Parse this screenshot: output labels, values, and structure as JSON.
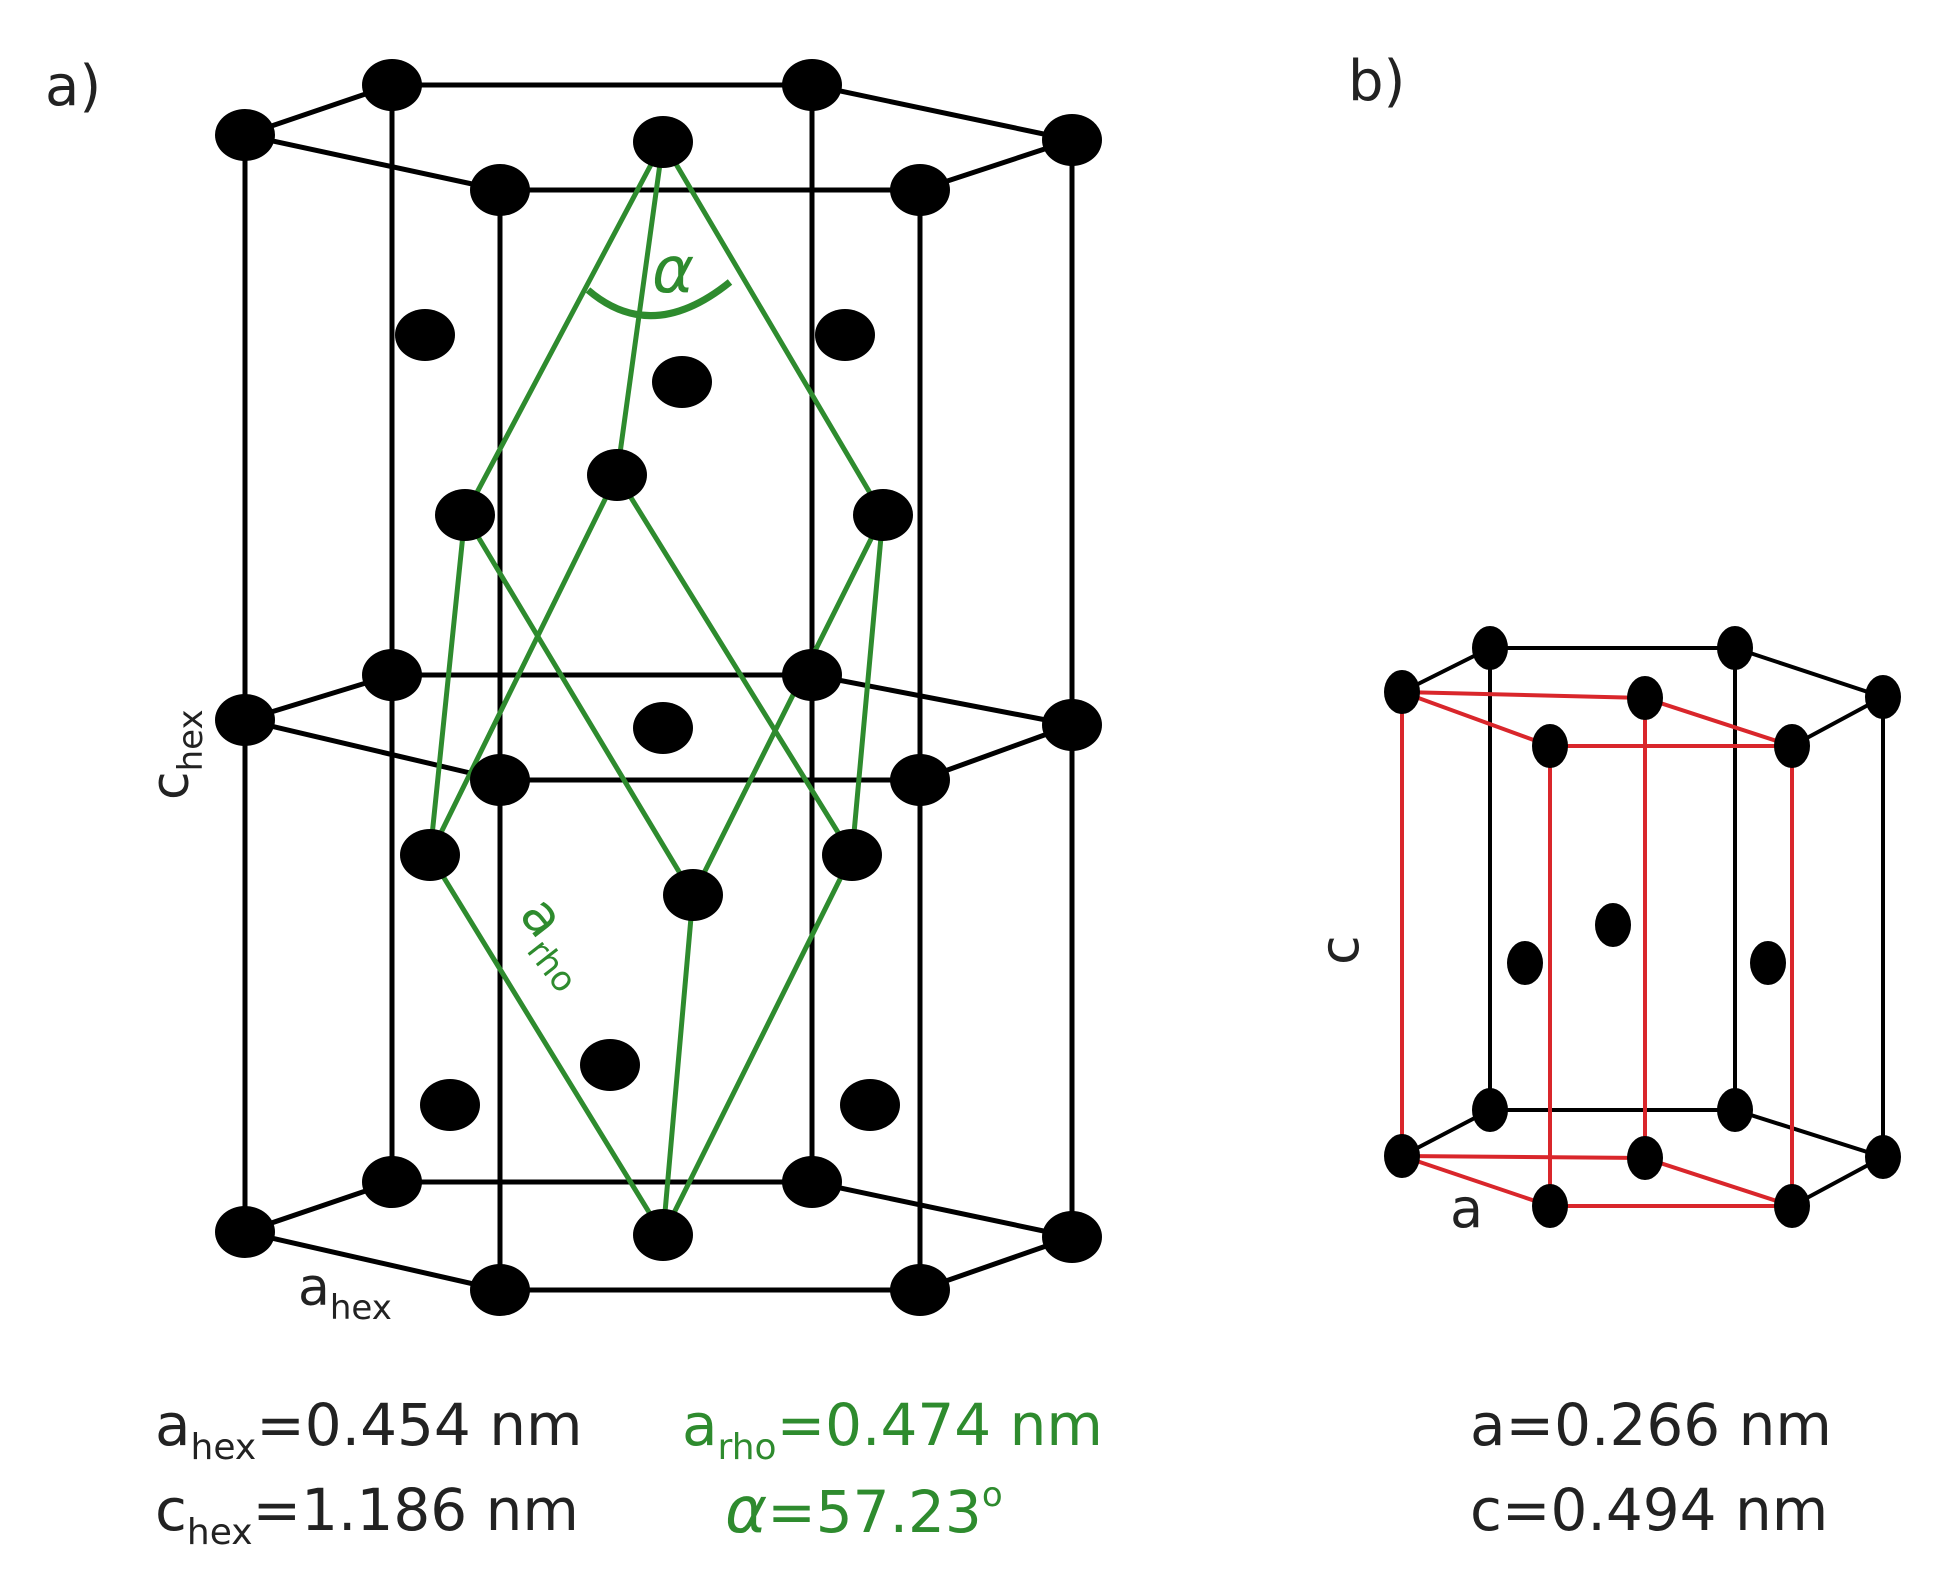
{
  "panel_a": {
    "label": "a)",
    "c_axis": {
      "base": "c",
      "sub": "hex"
    },
    "a_axis": {
      "base": "a",
      "sub": "hex"
    },
    "rho_edge": {
      "base": "a",
      "sub": "rho"
    },
    "angle_symbol": "α",
    "params_hex": [
      {
        "base": "a",
        "sub": "hex",
        "value": "=0.454 nm"
      },
      {
        "base": "c",
        "sub": "hex",
        "value": "=1.186 nm"
      }
    ],
    "params_rho": [
      {
        "base": "a",
        "sub": "rho",
        "value": "=0.474 nm"
      },
      {
        "base": "α",
        "sub": "",
        "value": "=57.23",
        "sup": "o"
      }
    ]
  },
  "panel_b": {
    "label": "b)",
    "c_axis": "c",
    "a_axis": "a",
    "params": [
      "a=0.266 nm",
      "c=0.494 nm"
    ]
  },
  "colors": {
    "black": "#000000",
    "green": "#2e8b2e",
    "red": "#d9262b",
    "text": "#222222"
  }
}
